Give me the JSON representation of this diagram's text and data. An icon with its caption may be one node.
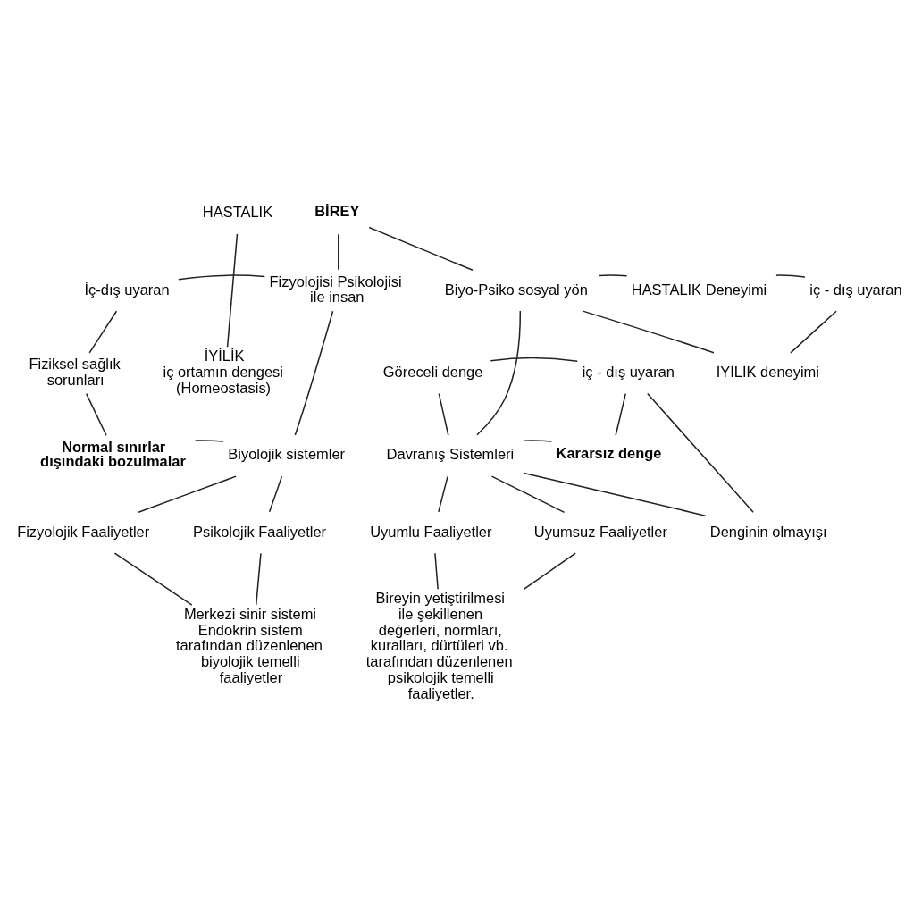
{
  "diagram": {
    "nodes": [
      {
        "text": [
          "BİREY"
        ]
      },
      {
        "text": [
          "HASTALIK"
        ]
      },
      {
        "text": [
          "İç-dış uyaran"
        ]
      },
      {
        "text": [
          "Fizyolojisi Psikolojisi ile insan"
        ]
      },
      {
        "text": [
          "İYİLİK",
          "iç ortamın dengesi (Homeostasis)"
        ]
      },
      {
        "text": [
          "Biyo-Psiko sosyal yön"
        ]
      },
      {
        "text": [
          "HASTALIK Deneyimi"
        ]
      },
      {
        "text": [
          "İYİLİK deneyimi"
        ]
      },
      {
        "text": [
          "iç - dış uyaran"
        ]
      },
      {
        "text": [
          "Fiziksel sağlık sorunları"
        ]
      },
      {
        "text": [
          "Normal sınırlar dışındaki bozulmalar"
        ]
      },
      {
        "text": [
          "Biyolojik sistemler"
        ]
      },
      {
        "text": [
          "Davranış Sistemleri"
        ]
      },
      {
        "text": [
          "Göreceli denge"
        ]
      },
      {
        "text": [
          "Kararsız denge"
        ]
      },
      {
        "text": [
          "Denginin olmayışı"
        ]
      },
      {
        "text": [
          "iç - dış uyaran"
        ]
      },
      {
        "text": [
          "Fizyolojik Faaliyetler"
        ]
      },
      {
        "text": [
          "Psikolojik Faaliyetler"
        ]
      },
      {
        "text": [
          "Uyumlu Faaliyetler"
        ]
      },
      {
        "text": [
          "Uyumsuz Faaliyetler"
        ]
      },
      {
        "text": [
          "Merkezi sinir sistemi Endokrin sistem tarafından düzenlenen biyolojik temelli faaliyetler"
        ]
      },
      {
        "text": [
          "Bireyin yetiştirilmesi ile şekillenen değerleri, normları, kuralları, dürtüleri vb. tarafından düzenlenen psikolojik temelli faaliyetler."
        ]
      }
    ],
    "edges": [
      {
        "from": 0,
        "to": 3,
        "arrow": "none"
      },
      {
        "from": 0,
        "to": 5,
        "arrow": "none"
      },
      {
        "from": 1,
        "to": 4,
        "arrow": "none"
      },
      {
        "from": 2,
        "to": 3,
        "arrow": "none"
      },
      {
        "from": 2,
        "to": 9,
        "arrow": "none"
      },
      {
        "from": 9,
        "to": 10,
        "arrow": "none"
      },
      {
        "from": 10,
        "to": 11,
        "arrow": "none"
      },
      {
        "from": 3,
        "to": 11,
        "arrow": "none"
      },
      {
        "from": 5,
        "to": 6,
        "arrow": "none"
      },
      {
        "from": 5,
        "to": 7,
        "arrow": "none"
      },
      {
        "from": 6,
        "to": 8,
        "arrow": "none"
      },
      {
        "from": 7,
        "to": 8,
        "arrow": "none"
      },
      {
        "from": 5,
        "to": 12,
        "arrow": "none"
      },
      {
        "from": 12,
        "to": 13,
        "arrow": "none"
      },
      {
        "from": 12,
        "to": 14,
        "arrow": "none"
      },
      {
        "from": 12,
        "to": 15,
        "arrow": "none"
      },
      {
        "from": 13,
        "to": 16,
        "arrow": "none"
      },
      {
        "from": 14,
        "to": 16,
        "arrow": "none"
      },
      {
        "from": 15,
        "to": 16,
        "arrow": "none"
      },
      {
        "from": 11,
        "to": 17,
        "arrow": "none"
      },
      {
        "from": 11,
        "to": 18,
        "arrow": "none"
      },
      {
        "from": 12,
        "to": 19,
        "arrow": "none"
      },
      {
        "from": 12,
        "to": 20,
        "arrow": "none"
      },
      {
        "from": 17,
        "to": 21,
        "arrow": "none"
      },
      {
        "from": 18,
        "to": 21,
        "arrow": "none"
      },
      {
        "from": 19,
        "to": 22,
        "arrow": "none"
      },
      {
        "from": 20,
        "to": 22,
        "arrow": "none"
      }
    ]
  }
}
